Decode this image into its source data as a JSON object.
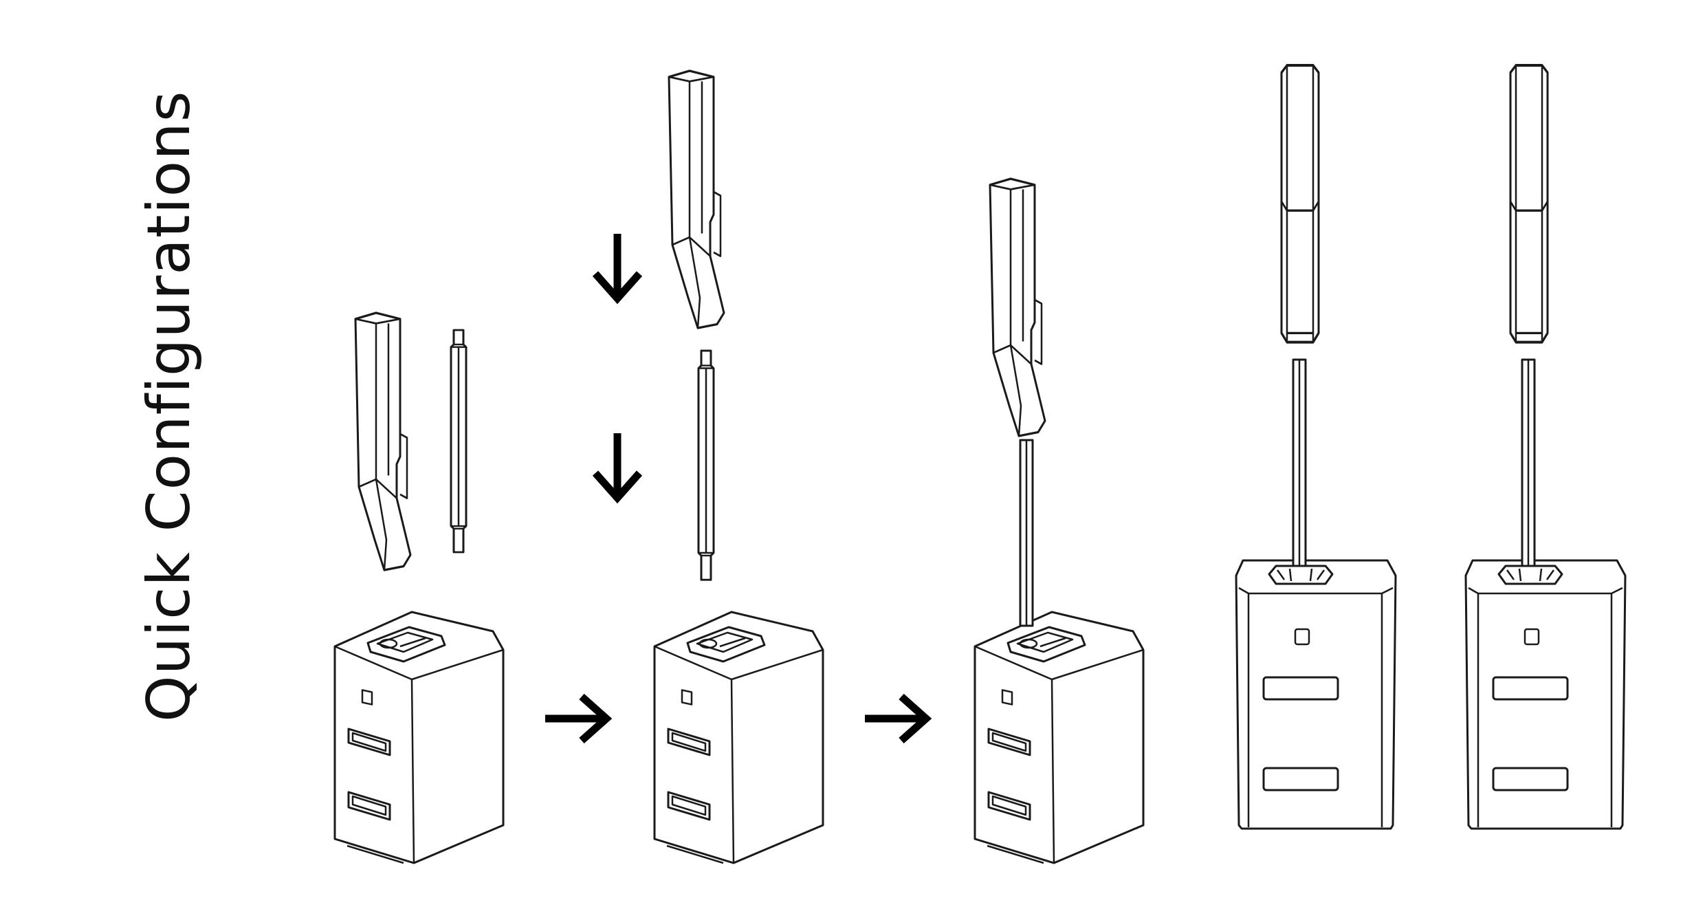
{
  "title": "Quick Configurations",
  "colors": {
    "line": "#1a1a1a",
    "background": "#ffffff",
    "arrow": "#000000"
  },
  "steps": [
    {
      "name": "step-1-parts-laid-out"
    },
    {
      "name": "step-2-insert-pole-and-column"
    },
    {
      "name": "step-3-assembled-tilted"
    },
    {
      "name": "step-4-front-view-column"
    },
    {
      "name": "step-5-front-view-column"
    }
  ],
  "arrows": [
    {
      "name": "down-arrow-column",
      "direction": "down"
    },
    {
      "name": "down-arrow-pole",
      "direction": "down"
    },
    {
      "name": "right-arrow-step-1",
      "direction": "right"
    },
    {
      "name": "right-arrow-step-2",
      "direction": "right"
    }
  ]
}
